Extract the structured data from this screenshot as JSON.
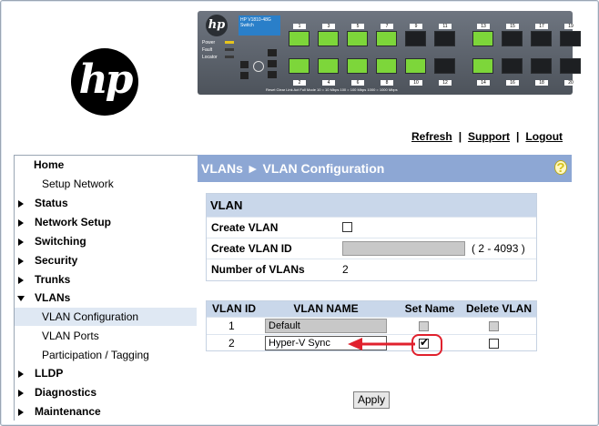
{
  "logo": {
    "text": "hp"
  },
  "switch_graphic": {
    "logo_text": "hp",
    "model": "HP V1810-48G Switch",
    "led_labels": [
      "Power",
      "Fault",
      "Locator"
    ],
    "port_numbers_top": [
      "1",
      "3",
      "5",
      "7",
      "9",
      "11",
      "13",
      "15",
      "17",
      "19"
    ],
    "port_numbers_bottom": [
      "2",
      "4",
      "6",
      "8",
      "10",
      "12",
      "14",
      "16",
      "18",
      "20"
    ],
    "footer": "Reset  Clear     Link Act   Full Mode    10 = 10 Mbps  100 = 100 Mbps  1000 = 1000 Mbps"
  },
  "toplinks": {
    "refresh": "Refresh",
    "support": "Support",
    "logout": "Logout",
    "sep": "|"
  },
  "sidebar": {
    "items": [
      {
        "label": "Home"
      },
      {
        "label": "Setup Network"
      },
      {
        "label": "Status"
      },
      {
        "label": "Network Setup"
      },
      {
        "label": "Switching"
      },
      {
        "label": "Security"
      },
      {
        "label": "Trunks"
      },
      {
        "label": "VLANs"
      },
      {
        "label": "VLAN Configuration"
      },
      {
        "label": "VLAN Ports"
      },
      {
        "label": "Participation / Tagging"
      },
      {
        "label": "LLDP"
      },
      {
        "label": "Diagnostics"
      },
      {
        "label": "Maintenance"
      }
    ]
  },
  "page": {
    "title": "VLANs ► VLAN Configuration",
    "help_glyph": "?"
  },
  "vlan_section": {
    "heading": "VLAN",
    "create_vlan_label": "Create VLAN",
    "create_vlan_id_label": "Create VLAN ID",
    "create_vlan_id_value": "",
    "range": "( 2 - 4093 )",
    "num_vlans_label": "Number of VLANs",
    "num_vlans_value": "2"
  },
  "vlan_table": {
    "headers": [
      "VLAN ID",
      "VLAN NAME",
      "Set Name",
      "Delete VLAN"
    ],
    "rows": [
      {
        "id": "1",
        "name": "Default",
        "set_name_checked": false,
        "delete_checked": false,
        "disabled": true
      },
      {
        "id": "2",
        "name": "Hyper-V Sync",
        "set_name_checked": true,
        "delete_checked": false,
        "disabled": false
      }
    ],
    "check_mark": "✔"
  },
  "apply_label": "Apply",
  "colors": {
    "title_bar": "#8da7d4",
    "section_head": "#c9d7ea",
    "callout": "#e0212d"
  }
}
